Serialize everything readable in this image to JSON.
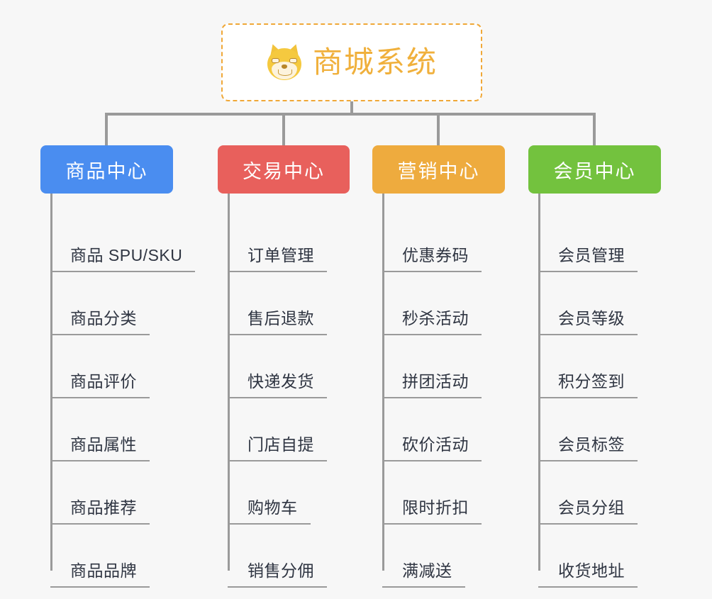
{
  "page": {
    "background_color": "#f7f7f7",
    "type": "mindmap"
  },
  "root": {
    "title": "商城系统",
    "icon": "dog-face-icon",
    "border_color": "#f0a838",
    "text_color": "#f0b03c",
    "background_color": "#ffffff"
  },
  "branches": [
    {
      "label": "商品中心",
      "color": "#4a8df0",
      "leaves": [
        "商品 SPU/SKU",
        "商品分类",
        "商品评价",
        "商品属性",
        "商品推荐",
        "商品品牌"
      ]
    },
    {
      "label": "交易中心",
      "color": "#e8605c",
      "leaves": [
        "订单管理",
        "售后退款",
        "快递发货",
        "门店自提",
        "购物车",
        "销售分佣"
      ]
    },
    {
      "label": "营销中心",
      "color": "#eeab3e",
      "leaves": [
        "优惠券码",
        "秒杀活动",
        "拼团活动",
        "砍价活动",
        "限时折扣",
        "满减送"
      ]
    },
    {
      "label": "会员中心",
      "color": "#73c23e",
      "leaves": [
        "会员管理",
        "会员等级",
        "积分签到",
        "会员标签",
        "会员分组",
        "收货地址"
      ]
    }
  ],
  "connector": {
    "color": "#9a9a9a"
  }
}
